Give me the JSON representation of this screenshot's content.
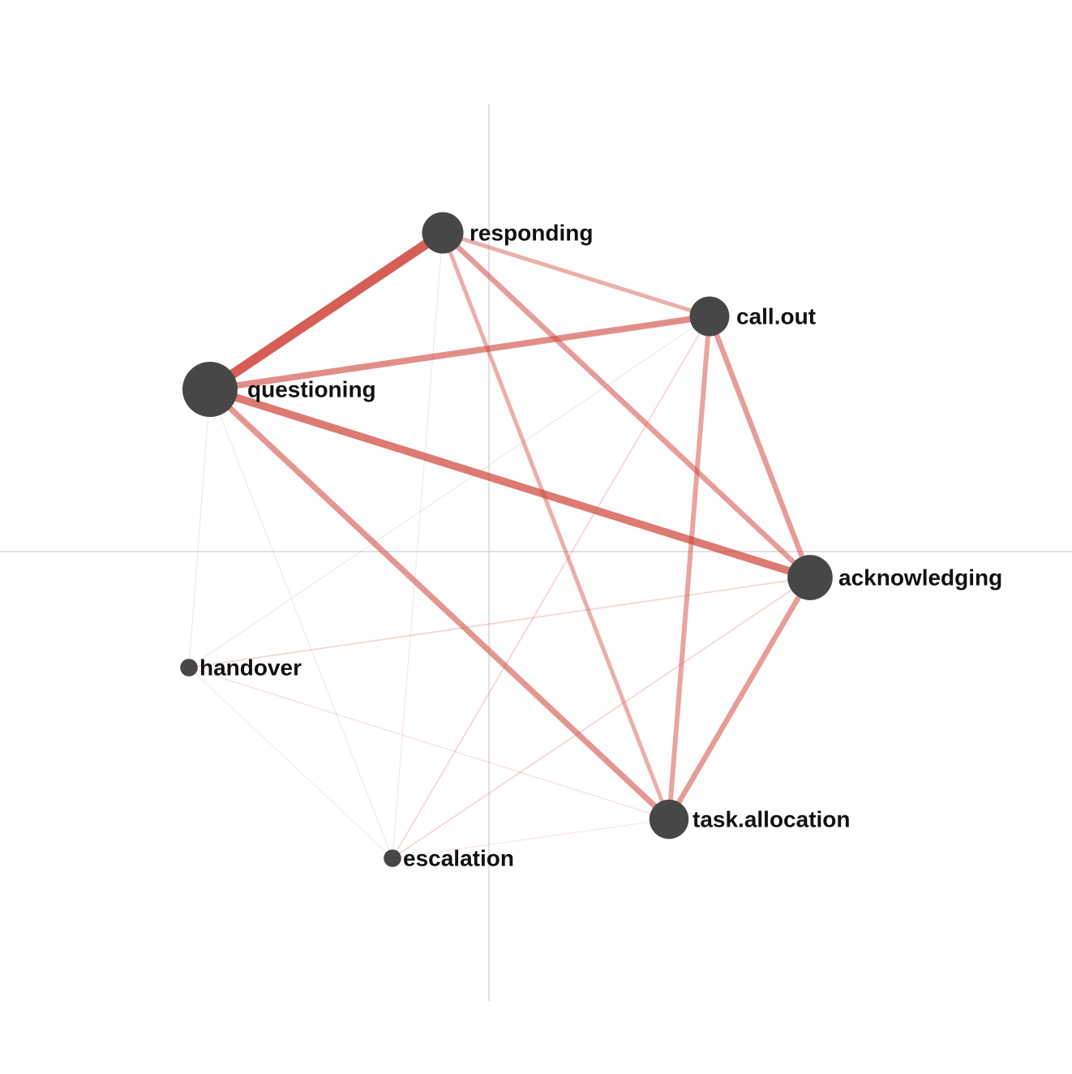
{
  "diagram": {
    "type": "network-graph",
    "colors": {
      "node": "#474747",
      "edge": "#d0463c",
      "axis": "#d9d9d9",
      "background": "#ffffff"
    },
    "nodes": [
      {
        "id": "questioning",
        "label": "questioning",
        "weight": 1.0
      },
      {
        "id": "responding",
        "label": "responding",
        "weight": 0.5
      },
      {
        "id": "call.out",
        "label": "call.out",
        "weight": 0.45
      },
      {
        "id": "acknowledging",
        "label": "acknowledging",
        "weight": 0.62
      },
      {
        "id": "task.allocation",
        "label": "task.allocation",
        "weight": 0.44
      },
      {
        "id": "handover",
        "label": "handover",
        "weight": 0.04
      },
      {
        "id": "escalation",
        "label": "escalation",
        "weight": 0.04
      }
    ],
    "edges": [
      {
        "source": "questioning",
        "target": "responding",
        "weight": 1.0
      },
      {
        "source": "questioning",
        "target": "acknowledging",
        "weight": 0.8
      },
      {
        "source": "questioning",
        "target": "call.out",
        "weight": 0.65
      },
      {
        "source": "questioning",
        "target": "task.allocation",
        "weight": 0.6
      },
      {
        "source": "responding",
        "target": "acknowledging",
        "weight": 0.55
      },
      {
        "source": "responding",
        "target": "task.allocation",
        "weight": 0.42
      },
      {
        "source": "responding",
        "target": "call.out",
        "weight": 0.42
      },
      {
        "source": "call.out",
        "target": "acknowledging",
        "weight": 0.55
      },
      {
        "source": "call.out",
        "target": "task.allocation",
        "weight": 0.5
      },
      {
        "source": "acknowledging",
        "target": "task.allocation",
        "weight": 0.55
      },
      {
        "source": "handover",
        "target": "acknowledging",
        "weight": 0.14
      },
      {
        "source": "handover",
        "target": "task.allocation",
        "weight": 0.1
      },
      {
        "source": "handover",
        "target": "call.out",
        "weight": 0.08
      },
      {
        "source": "handover",
        "target": "questioning",
        "weight": 0.06
      },
      {
        "source": "escalation",
        "target": "call.out",
        "weight": 0.14
      },
      {
        "source": "escalation",
        "target": "acknowledging",
        "weight": 0.14
      },
      {
        "source": "escalation",
        "target": "task.allocation",
        "weight": 0.07
      },
      {
        "source": "escalation",
        "target": "questioning",
        "weight": 0.06
      },
      {
        "source": "escalation",
        "target": "responding",
        "weight": 0.06
      },
      {
        "source": "escalation",
        "target": "handover",
        "weight": 0.04
      }
    ]
  }
}
